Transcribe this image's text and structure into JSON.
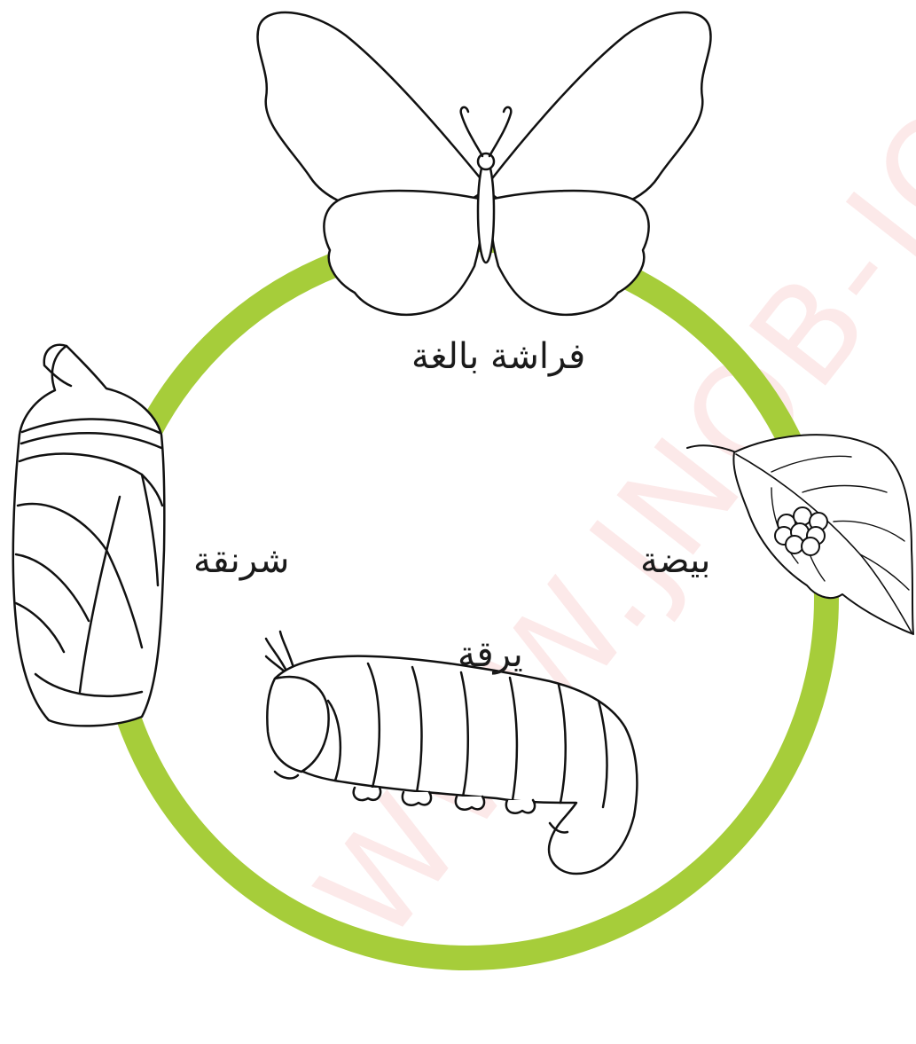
{
  "colors": {
    "cycle_ring": "#a6cd3a",
    "outline": "#111111",
    "watermark": "#e02828"
  },
  "watermark_text": "WWW.JNOB-JO.CO",
  "stages": {
    "adult": {
      "label": "فراشة بالغة",
      "icon": "butterfly-icon"
    },
    "egg": {
      "label": "بيضة",
      "icon": "leaf-with-eggs-icon"
    },
    "larva": {
      "label": "يرقة",
      "icon": "caterpillar-icon"
    },
    "pupa": {
      "label": "شرنقة",
      "icon": "chrysalis-icon"
    }
  }
}
